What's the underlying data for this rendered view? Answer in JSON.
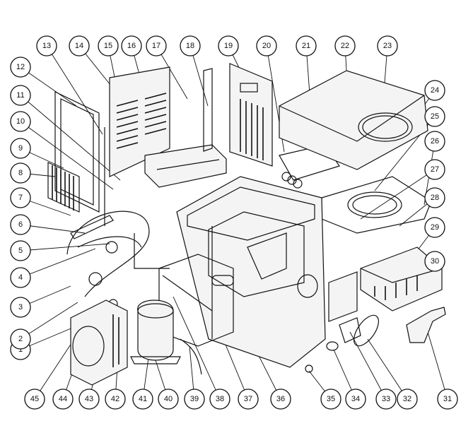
{
  "callouts": [
    "1",
    "2",
    "3",
    "4",
    "5",
    "6",
    "7",
    "8",
    "9",
    "10",
    "11",
    "12",
    "13",
    "14",
    "15",
    "16",
    "17",
    "18",
    "19",
    "20",
    "21",
    "22",
    "23",
    "24",
    "25",
    "26",
    "27",
    "28",
    "29",
    "30",
    "31",
    "32",
    "33",
    "34",
    "35",
    "36",
    "37",
    "38",
    "39",
    "40",
    "41",
    "42",
    "43",
    "44",
    "45"
  ],
  "colors": {
    "line": "#111111",
    "background": "#ffffff"
  }
}
